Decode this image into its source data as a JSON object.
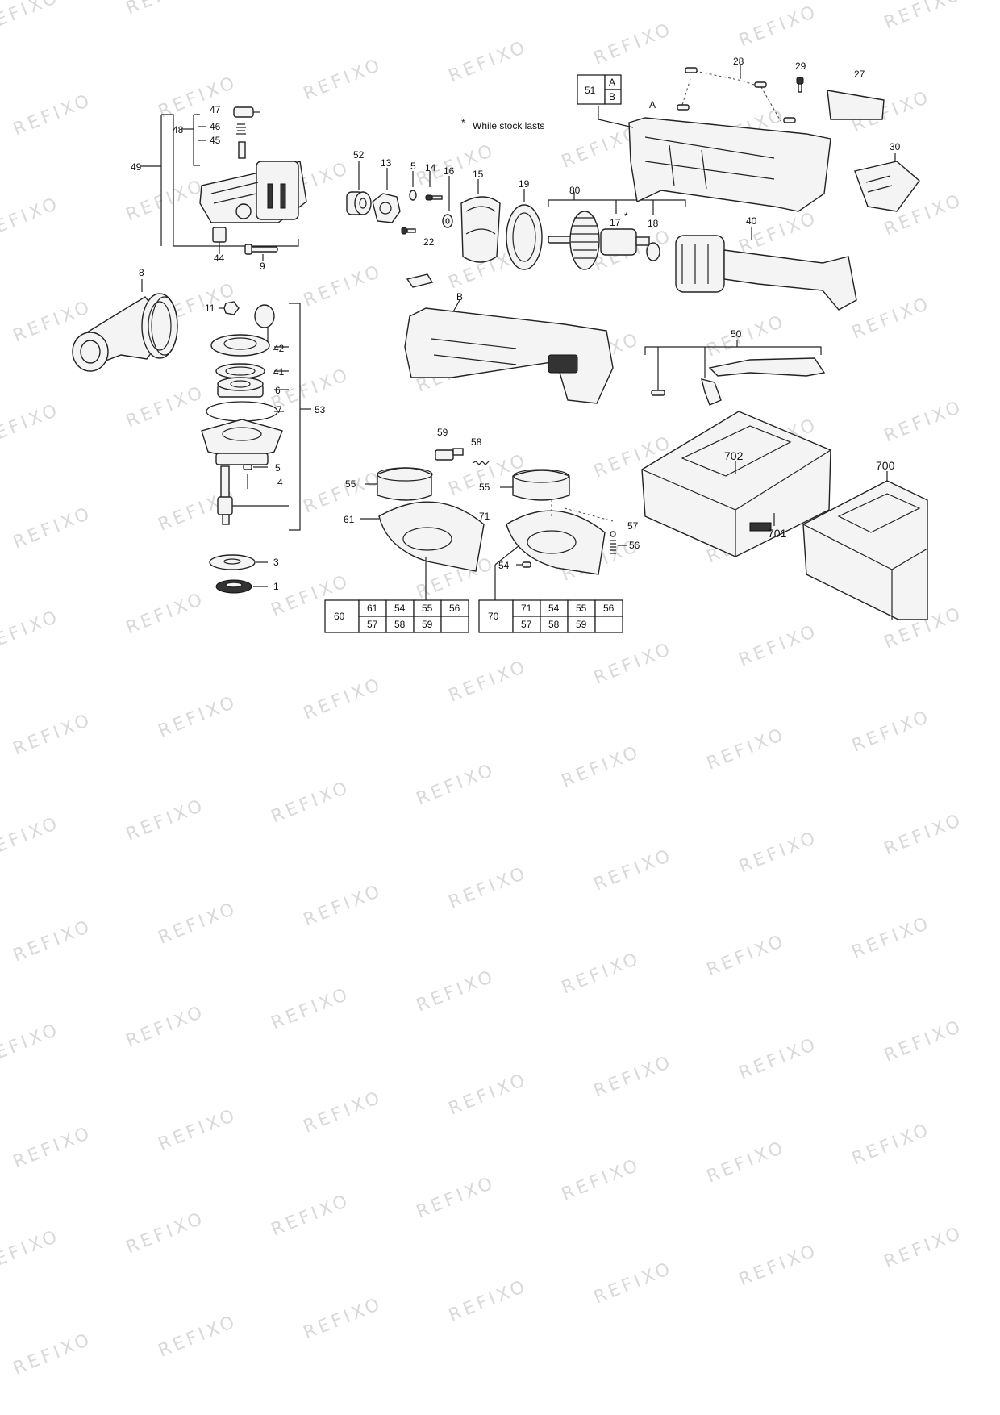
{
  "note": "While stock lasts",
  "note_marker": "*",
  "watermark": "REFIXO",
  "labels": {
    "p1": "1",
    "p3": "3",
    "p4": "4",
    "p5a": "5",
    "p5b": "5",
    "p6": "6",
    "p7": "7",
    "p8": "8",
    "p9": "9",
    "p11": "11",
    "p13": "13",
    "p14": "14",
    "p15": "15",
    "p16": "16",
    "p17": "17",
    "p18": "18",
    "p19": "19",
    "p22": "22",
    "p27": "27",
    "p28": "28",
    "p29": "29",
    "p30": "30",
    "p40": "40",
    "p41": "41",
    "p42": "42",
    "p44": "44",
    "p45": "45",
    "p46": "46",
    "p47": "47",
    "p48": "48",
    "p49": "49",
    "p50": "50",
    "p52": "52",
    "p53": "53",
    "p54": "54",
    "p55a": "55",
    "p55b": "55",
    "p56": "56",
    "p57": "57",
    "p58": "58",
    "p59": "59",
    "p61": "61",
    "p71": "71",
    "p80": "80",
    "p700": "700",
    "p701": "701",
    "p702": "702",
    "star": "*",
    "A": "A",
    "B": "B"
  },
  "box51": {
    "id": "51",
    "a": "A",
    "b": "B"
  },
  "table60": {
    "id": "60",
    "row1": [
      "61",
      "54",
      "55",
      "56"
    ],
    "row2": [
      "57",
      "58",
      "59",
      ""
    ]
  },
  "table70": {
    "id": "70",
    "row1": [
      "71",
      "54",
      "55",
      "56"
    ],
    "row2": [
      "57",
      "58",
      "59",
      ""
    ]
  },
  "colors": {
    "line": "#222222",
    "fill": "#f4f4f4",
    "watermark": "#d9d9d9"
  }
}
